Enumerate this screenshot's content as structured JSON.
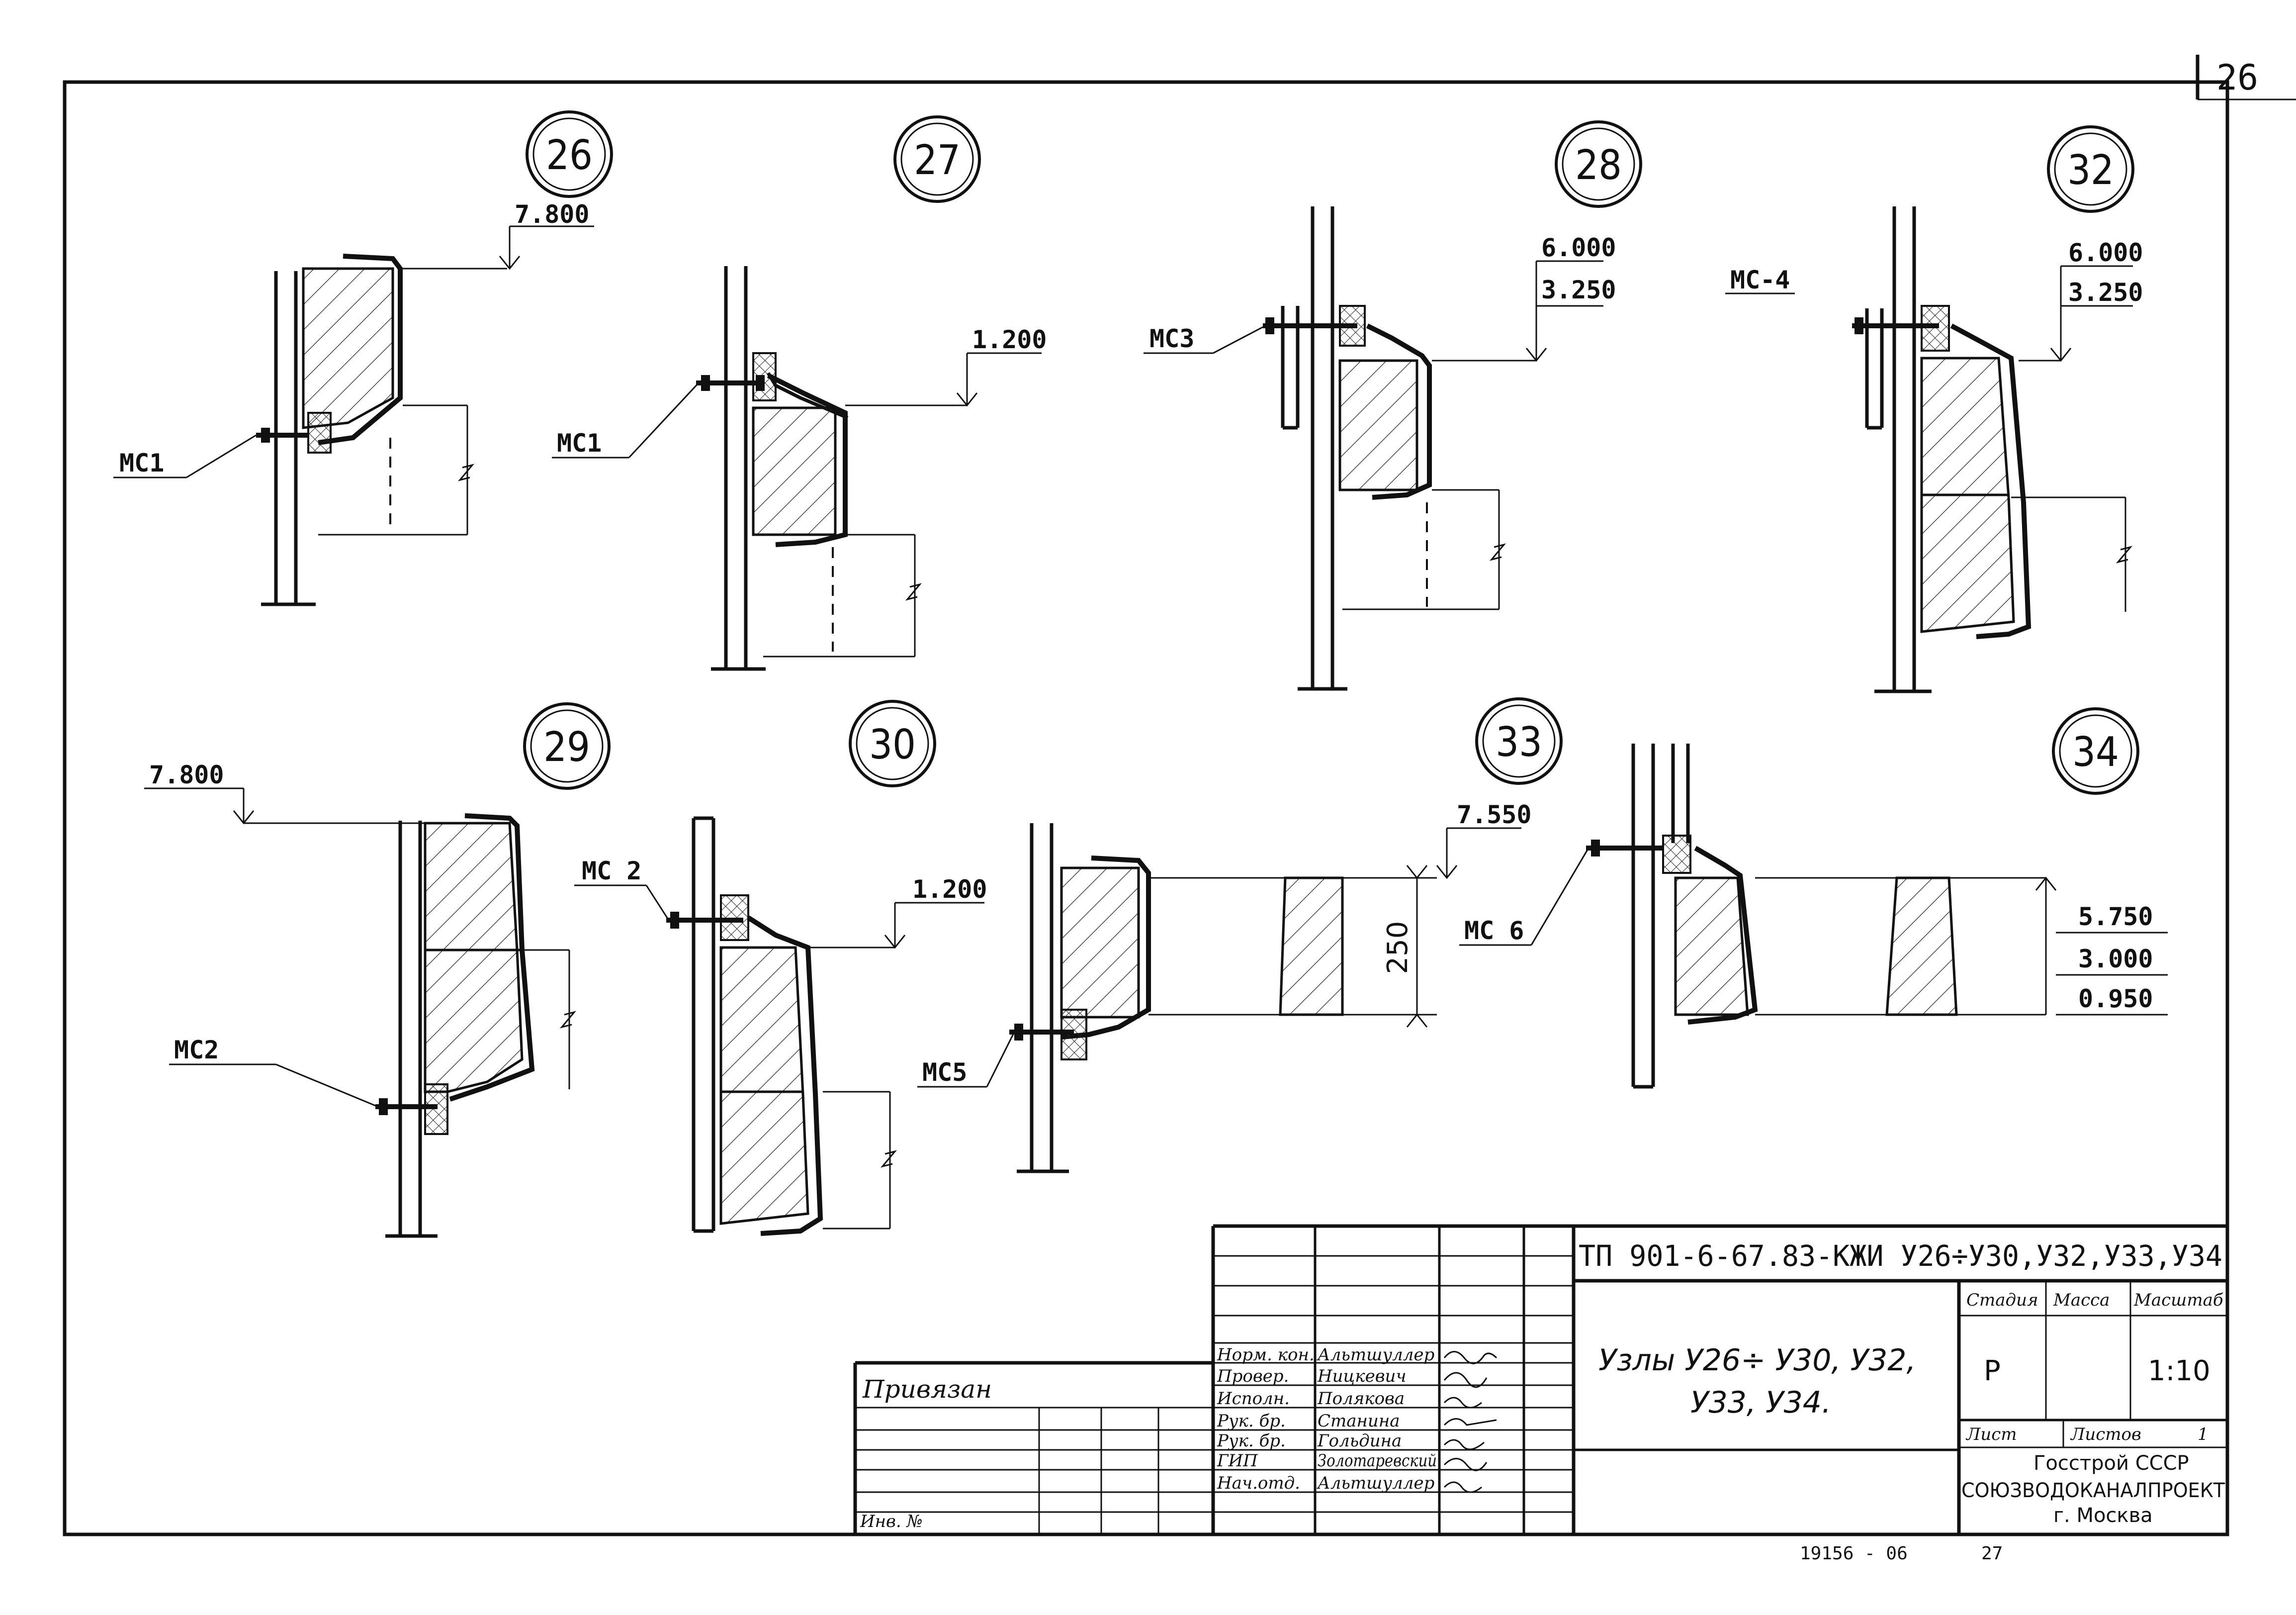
{
  "sheet_number": "26",
  "nodes": {
    "n26": "26",
    "n27": "27",
    "n28": "28",
    "n32": "32",
    "n29": "29",
    "n30": "30",
    "n33": "33",
    "n34": "34"
  },
  "levels": {
    "l26": "7.800",
    "l27": "1.200",
    "l28a": "6.000",
    "l28b": "3.250",
    "l32a": "6.000",
    "l32b": "3.250",
    "l29": "7.800",
    "l30": "1.200",
    "l33": "7.550",
    "l34a": "5.750",
    "l34b": "3.000",
    "l34c": "0.950"
  },
  "dimension_250": "250",
  "connectors": {
    "c26": "МС1",
    "c27": "МС1",
    "c28": "МС3",
    "c32": "МС-4",
    "c29": "МС2",
    "c30": "МС 2",
    "c30b": "МС5",
    "c33": "МС 6"
  },
  "title_block": {
    "code": "ТП 901-6-67.83-КЖИ  У26÷У30,У32,У33,У34",
    "title_line1": "Узлы  У26÷ У30, У32,",
    "title_line2": "У33, У34.",
    "privyazan": "Привязан",
    "inv": "Инв. №",
    "stage_label": "Стадия",
    "mass_label": "Масса",
    "scale_label": "Масштаб",
    "stage": "Р",
    "scale": "1:10",
    "sheet_label": "Лист",
    "sheets_label": "Листов",
    "sheets": "1",
    "org1": "Госстрой СССР",
    "org2": "СОЮЗВОДОКАНАЛПРОЕКТ",
    "org3": "г. Москва",
    "roles": [
      "Норм. кон.",
      "Провер.",
      "Исполн.",
      "Рук. бр.",
      "Рук. бр.",
      "ГИП",
      "Нач.отд."
    ],
    "names": [
      "Альтшуллер",
      "Ницкевич",
      "Полякова",
      "Станина",
      "Гольдина",
      "Золотаревский",
      "Альтшуллер"
    ]
  },
  "footer": {
    "archive": "19156 - 06",
    "page": "27"
  }
}
